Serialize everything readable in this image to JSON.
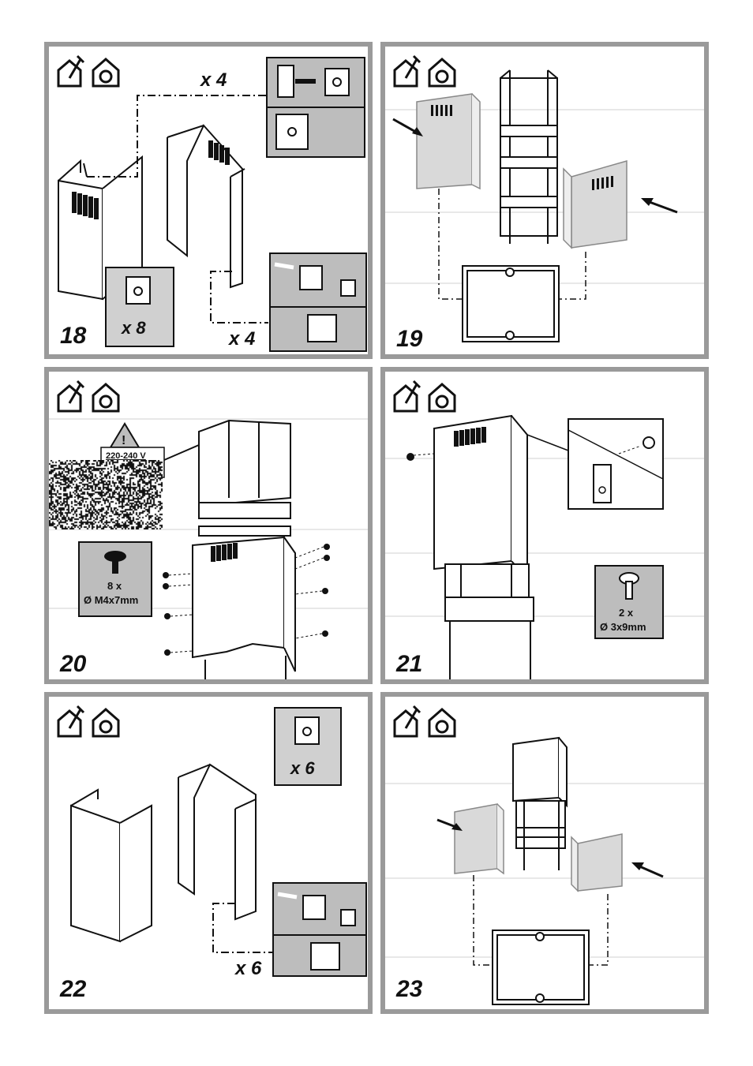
{
  "panels": [
    {
      "step": "18",
      "labels": {
        "qty_top": "x 4",
        "qty_box": "x 8",
        "qty_bottom": "x 4"
      }
    },
    {
      "step": "19",
      "labels": {}
    },
    {
      "step": "20",
      "labels": {
        "voltage": "220-240 V",
        "screw_qty": "8 x",
        "screw_spec": "Ø M4x7mm"
      }
    },
    {
      "step": "21",
      "labels": {
        "screw_qty": "2 x",
        "screw_spec": "Ø 3x9mm"
      }
    },
    {
      "step": "22",
      "labels": {
        "qty_box": "x 6",
        "qty_bottom": "x 6"
      }
    },
    {
      "step": "23",
      "labels": {}
    }
  ],
  "icons": [
    "tool-icon",
    "house-duct-icon",
    "clip-nut-icon",
    "screw-icon",
    "warning-icon"
  ],
  "colors": {
    "border": "#9a9a9a",
    "panel_fill": "#d9d9d9",
    "inset_fill": "#bdbdbd",
    "line": "#111111"
  }
}
